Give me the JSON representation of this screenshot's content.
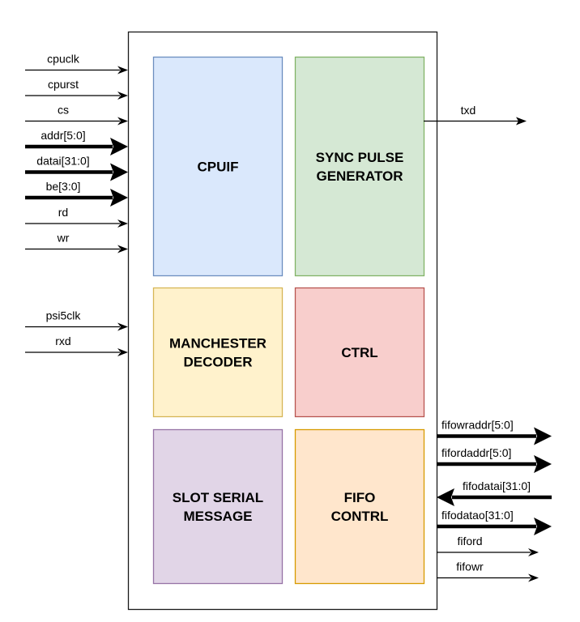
{
  "diagram": {
    "type": "block-diagram",
    "blocks": [
      {
        "id": "cpuif",
        "lines": [
          "CPUIF"
        ],
        "fill": "#dae8fc",
        "stroke": "#6c8ebf"
      },
      {
        "id": "sync-pulse-generator",
        "lines": [
          "SYNC PULSE",
          "GENERATOR"
        ],
        "fill": "#d5e8d4",
        "stroke": "#82b366"
      },
      {
        "id": "manchester-decoder",
        "lines": [
          "MANCHESTER",
          "DECODER"
        ],
        "fill": "#fff2cc",
        "stroke": "#d6b656"
      },
      {
        "id": "ctrl",
        "lines": [
          "CTRL"
        ],
        "fill": "#f8cecc",
        "stroke": "#b85450"
      },
      {
        "id": "slot-serial-message",
        "lines": [
          "SLOT SERIAL",
          "MESSAGE"
        ],
        "fill": "#e1d5e7",
        "stroke": "#9673a6"
      },
      {
        "id": "fifo-contrl",
        "lines": [
          "FIFO",
          "CONTRL"
        ],
        "fill": "#ffe6cc",
        "stroke": "#d79b00"
      }
    ],
    "left_inputs": [
      {
        "label": "cpuclk",
        "bus": false
      },
      {
        "label": "cpurst",
        "bus": false
      },
      {
        "label": "cs",
        "bus": false
      },
      {
        "label": "addr[5:0]",
        "bus": true
      },
      {
        "label": "datai[31:0]",
        "bus": true
      },
      {
        "label": "be[3:0]",
        "bus": true
      },
      {
        "label": "rd",
        "bus": false
      },
      {
        "label": "wr",
        "bus": false
      }
    ],
    "left_inputs_2": [
      {
        "label": "psi5clk",
        "bus": false
      },
      {
        "label": "rxd",
        "bus": false
      }
    ],
    "txd": {
      "label": "txd",
      "direction": "out",
      "bus": false
    },
    "right_ports": [
      {
        "label": "fifowraddr[5:0]",
        "direction": "out",
        "bus": true
      },
      {
        "label": "fifordaddr[5:0]",
        "direction": "out",
        "bus": true
      },
      {
        "label": "fifodatai[31:0]",
        "direction": "in",
        "bus": true
      },
      {
        "label": "fifodatao[31:0]",
        "direction": "out",
        "bus": true
      },
      {
        "label": "fiford",
        "direction": "out",
        "bus": false
      },
      {
        "label": "fifowr",
        "direction": "out",
        "bus": false
      }
    ]
  }
}
